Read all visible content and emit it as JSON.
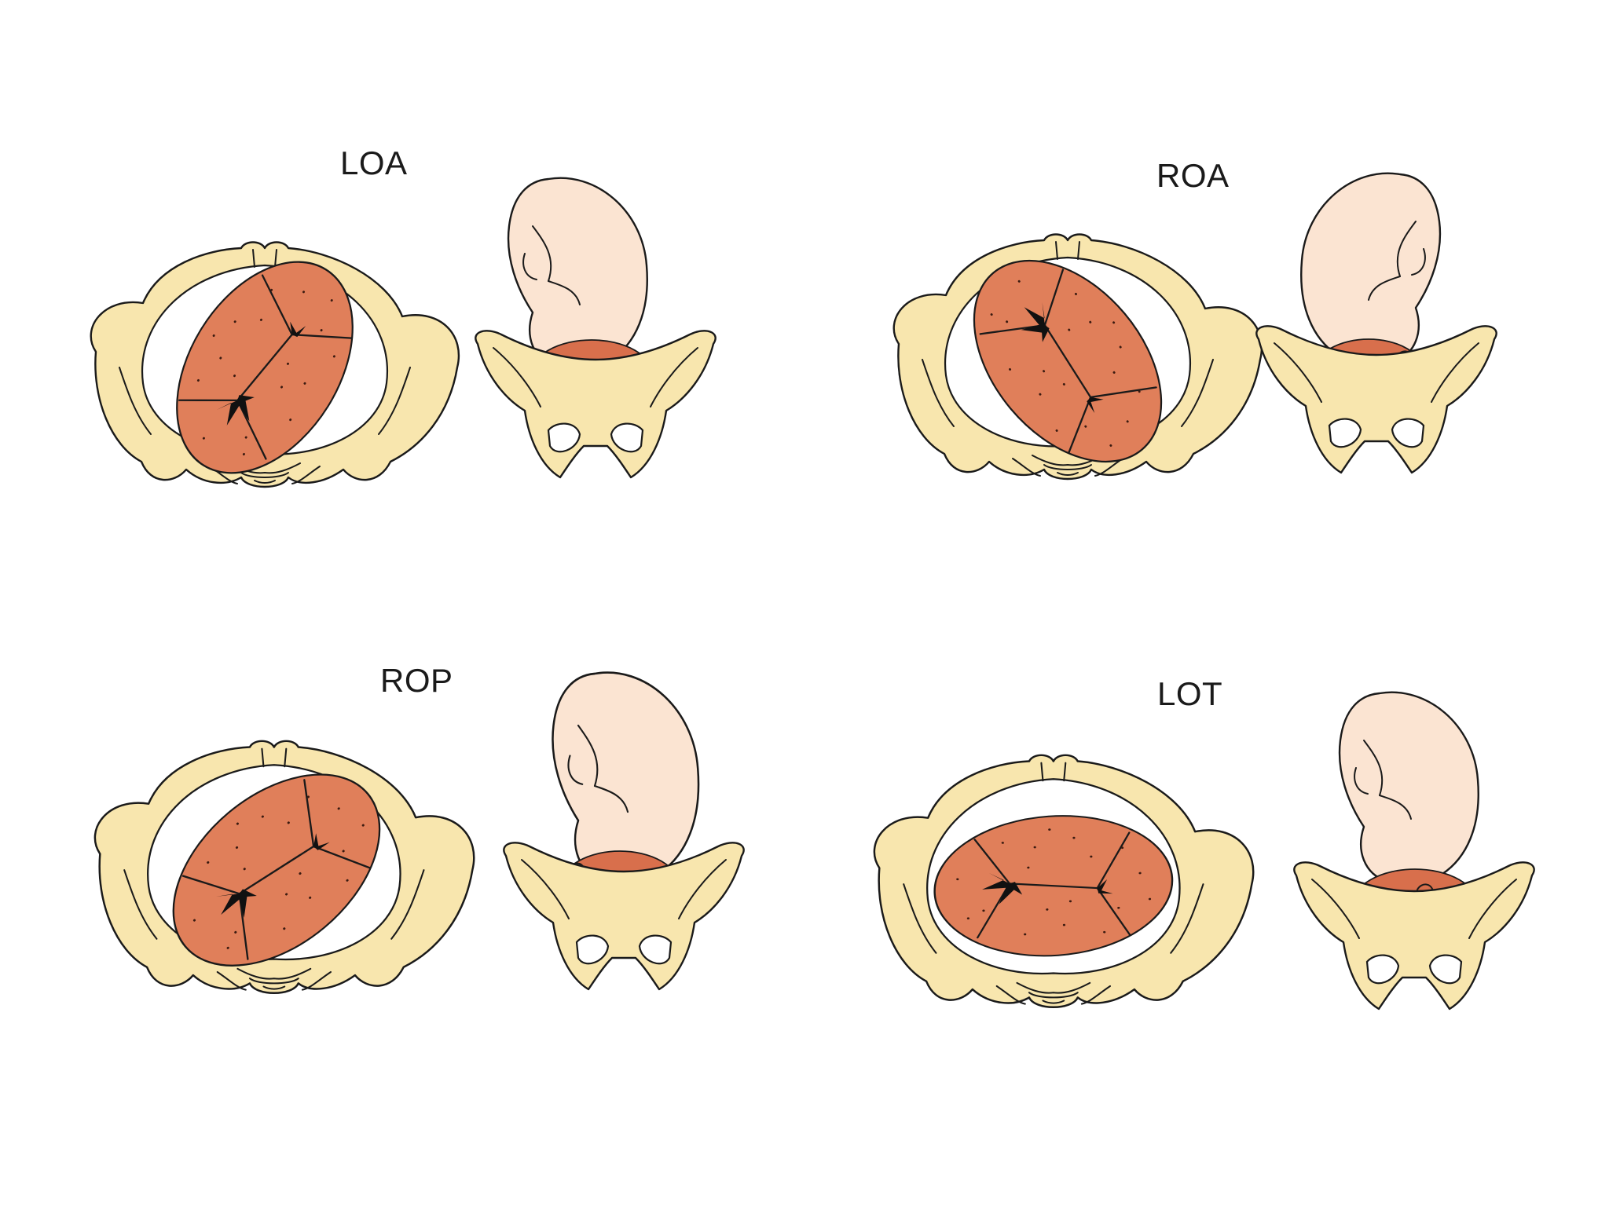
{
  "positions": [
    {
      "id": "loa",
      "label": "LOA"
    },
    {
      "id": "roa",
      "label": "ROA"
    },
    {
      "id": "rop",
      "label": "ROP"
    },
    {
      "id": "lot",
      "label": "LOT"
    }
  ],
  "colors": {
    "bone": "#f8e6ae",
    "skull": "#e07f5a",
    "skin": "#fbe4d2",
    "hair": "#d86f4c",
    "outline": "#1a1a1a"
  }
}
